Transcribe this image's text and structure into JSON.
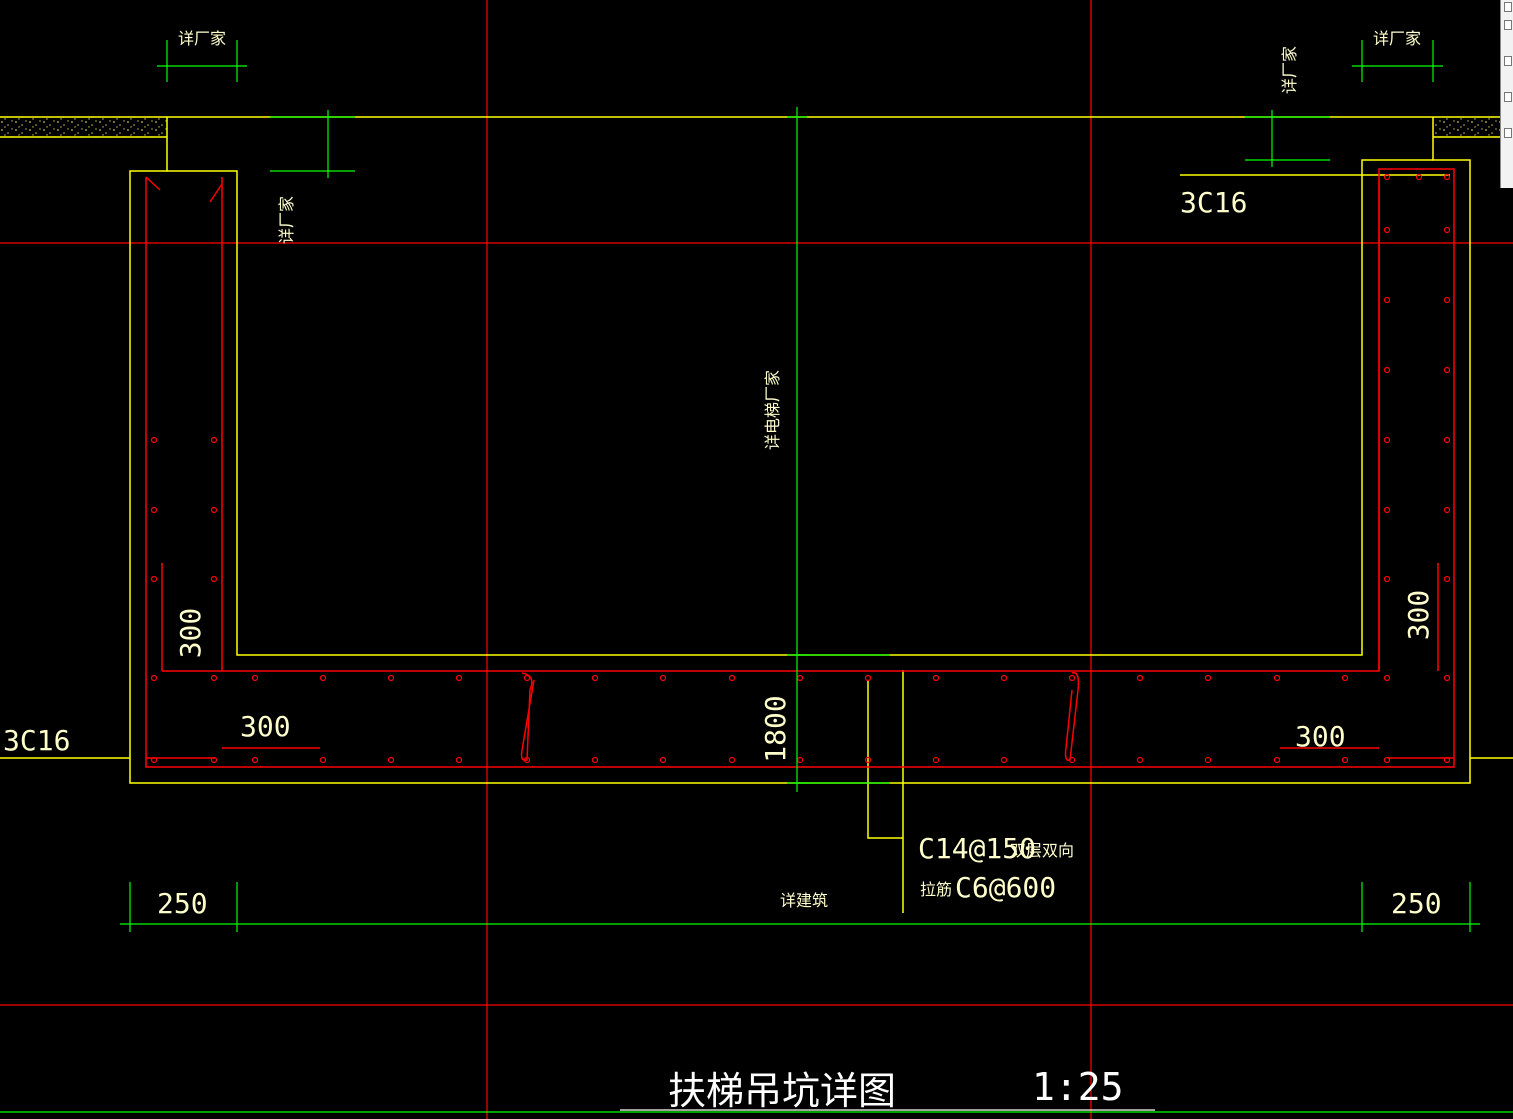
{
  "drawing": {
    "title": "扶梯吊坑详图",
    "scale": "1:25",
    "labels": {
      "rebar_top_right": "3C16",
      "rebar_left": "3C16",
      "wall_dim_left": "300",
      "wall_dim_right": "300",
      "slab_dim_left": "300",
      "slab_dim_right": "300",
      "depth_dim": "1800",
      "wall_thick_left": "250",
      "wall_thick_right": "250",
      "callout_line1": "C14@150",
      "callout_line1_note": "双层双向",
      "callout_line2_prefix": "拉筋",
      "callout_line2": "C6@600",
      "vendor_note_top_left": "详厂家",
      "vendor_note_top_right": "详厂家",
      "vendor_note_left_vertical": "详厂家",
      "vendor_note_right_vertical": "详厂家",
      "vendor_note_center_vertical": "详电梯厂家",
      "arch_note": "详建筑"
    },
    "colors": {
      "background": "#000000",
      "outline": "#ffff00",
      "rebar": "#ff0000",
      "grid_axis": "#ff0000",
      "dimension": "#00ff00",
      "text": "#ffffcc",
      "ground_hatch": "#b8b04a"
    }
  },
  "toolbar": {
    "icons": [
      "file-icon",
      "save-icon",
      "copy-icon",
      "settings-icon",
      "layer-icon"
    ]
  }
}
